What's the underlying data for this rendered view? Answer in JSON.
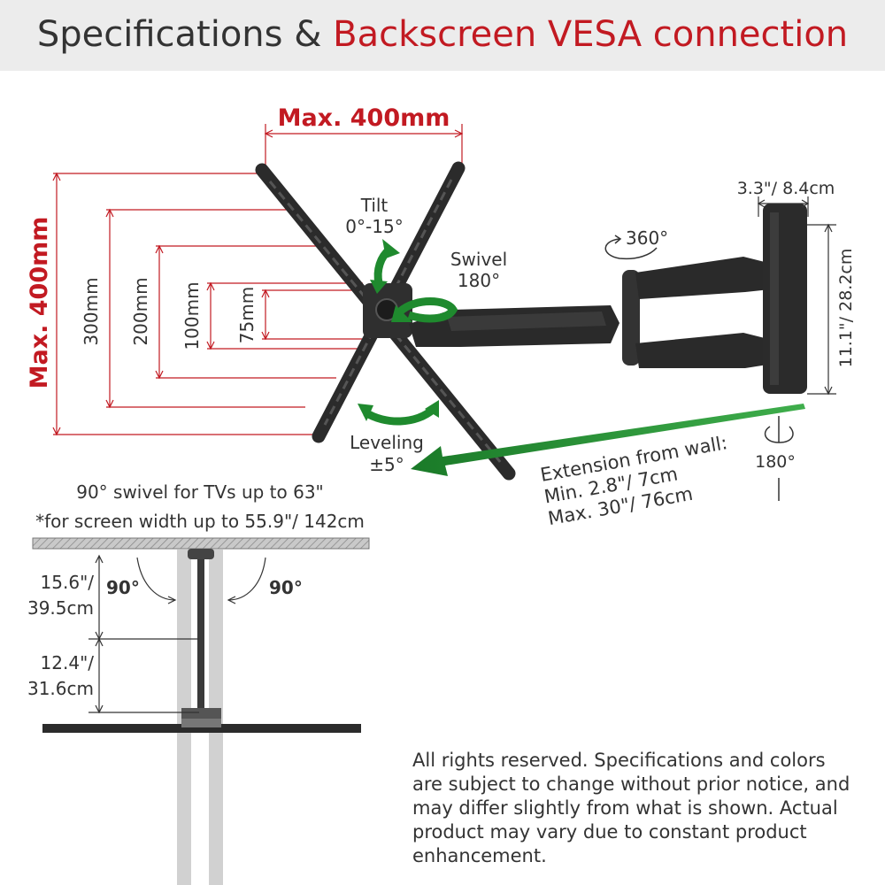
{
  "header": {
    "title_part1": "Specifications & ",
    "title_part2": "Backscreen VESA connection"
  },
  "vesa": {
    "max_width": "Max. 400mm",
    "max_height": "Max. 400mm",
    "heights": [
      "300mm",
      "200mm",
      "100mm",
      "75mm"
    ]
  },
  "motion": {
    "tilt_label": "Tilt",
    "tilt_value": "0°-15°",
    "swivel_label": "Swivel",
    "swivel_value": "180°",
    "rotation_value": "360°",
    "leveling_label": "Leveling",
    "leveling_value": "±5°",
    "wall_rotation": "180°"
  },
  "wallplate": {
    "width": "3.3\"/ 8.4cm",
    "height": "11.1\"/ 28.2cm"
  },
  "extension": {
    "label": "Extension from wall:",
    "min": "Min. 2.8\"/ 7cm",
    "max": "Max. 30\"/ 76cm"
  },
  "topview": {
    "caption_line1": "90° swivel for TVs up to 63\"",
    "caption_line2": "*for screen width up to 55.9\"/ 142cm",
    "left_angle": "90°",
    "right_angle": "90°",
    "dim1_line1": "15.6\"/",
    "dim1_line2": "39.5cm",
    "dim2_line1": "12.4\"/",
    "dim2_line2": "31.6cm"
  },
  "disclaimer": "All rights reserved. Specifications and colors are subject to change without prior notice, and may differ slightly from what is shown. Actual product may vary due to constant product enhancement.",
  "colors": {
    "accent_red": "#c21a22",
    "arrow_green": "#1f8a2e",
    "product_black": "#2b2b2b"
  }
}
